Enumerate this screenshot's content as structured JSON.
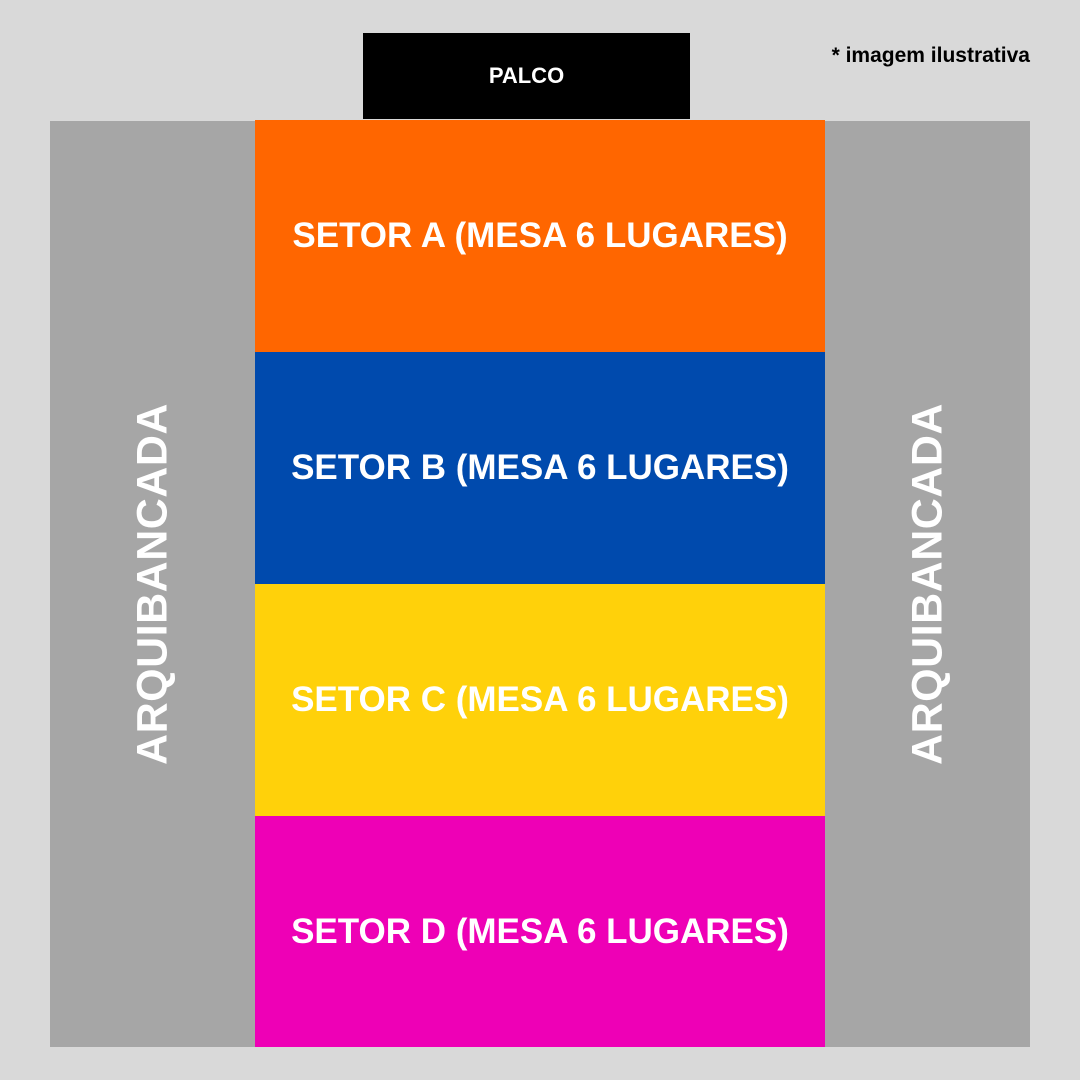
{
  "stage": {
    "label": "PALCO"
  },
  "note": "* imagem ilustrativa",
  "stands": {
    "left": "ARQUIBANCADA",
    "right": "ARQUIBANCADA"
  },
  "sectors": [
    {
      "label": "SETOR A (MESA 6 LUGARES)",
      "color": "#ff6600"
    },
    {
      "label": "SETOR B (MESA 6 LUGARES)",
      "color": "#004aad"
    },
    {
      "label": "SETOR C (MESA 6 LUGARES)",
      "color": "#ffd10a"
    },
    {
      "label": "SETOR D (MESA 6 LUGARES)",
      "color": "#ee00b6"
    }
  ]
}
